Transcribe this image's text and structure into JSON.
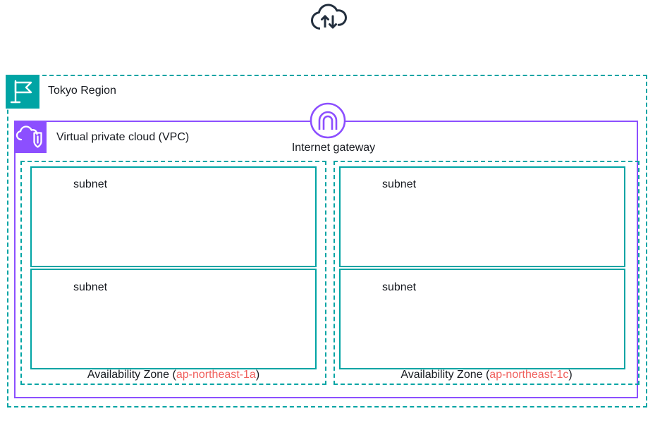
{
  "diagram": {
    "internet": {
      "icon": "cloud-upload-download-icon",
      "color": "#232f3e"
    },
    "region": {
      "title": "Tokyo Region",
      "icon": "region-flag-icon",
      "color": "#00a4a4",
      "border_style": "dashed"
    },
    "vpc": {
      "title": "Virtual private cloud (VPC)",
      "icon": "vpc-cloud-shield-icon",
      "color": "#8c4fff",
      "border_style": "solid"
    },
    "internet_gateway": {
      "label": "Internet gateway",
      "icon": "internet-gateway-icon",
      "color": "#8c4fff"
    },
    "availability_zones": [
      {
        "prefix": "Availability Zone (",
        "zone_id": "ap-northeast-1a",
        "suffix": ")",
        "zone_id_color": "#f0605d",
        "subnets": [
          {
            "label": "subnet"
          },
          {
            "label": "subnet"
          }
        ]
      },
      {
        "prefix": "Availability Zone (",
        "zone_id": "ap-northeast-1c",
        "suffix": ")",
        "zone_id_color": "#f0605d",
        "subnets": [
          {
            "label": "subnet"
          },
          {
            "label": "subnet"
          }
        ]
      }
    ]
  }
}
